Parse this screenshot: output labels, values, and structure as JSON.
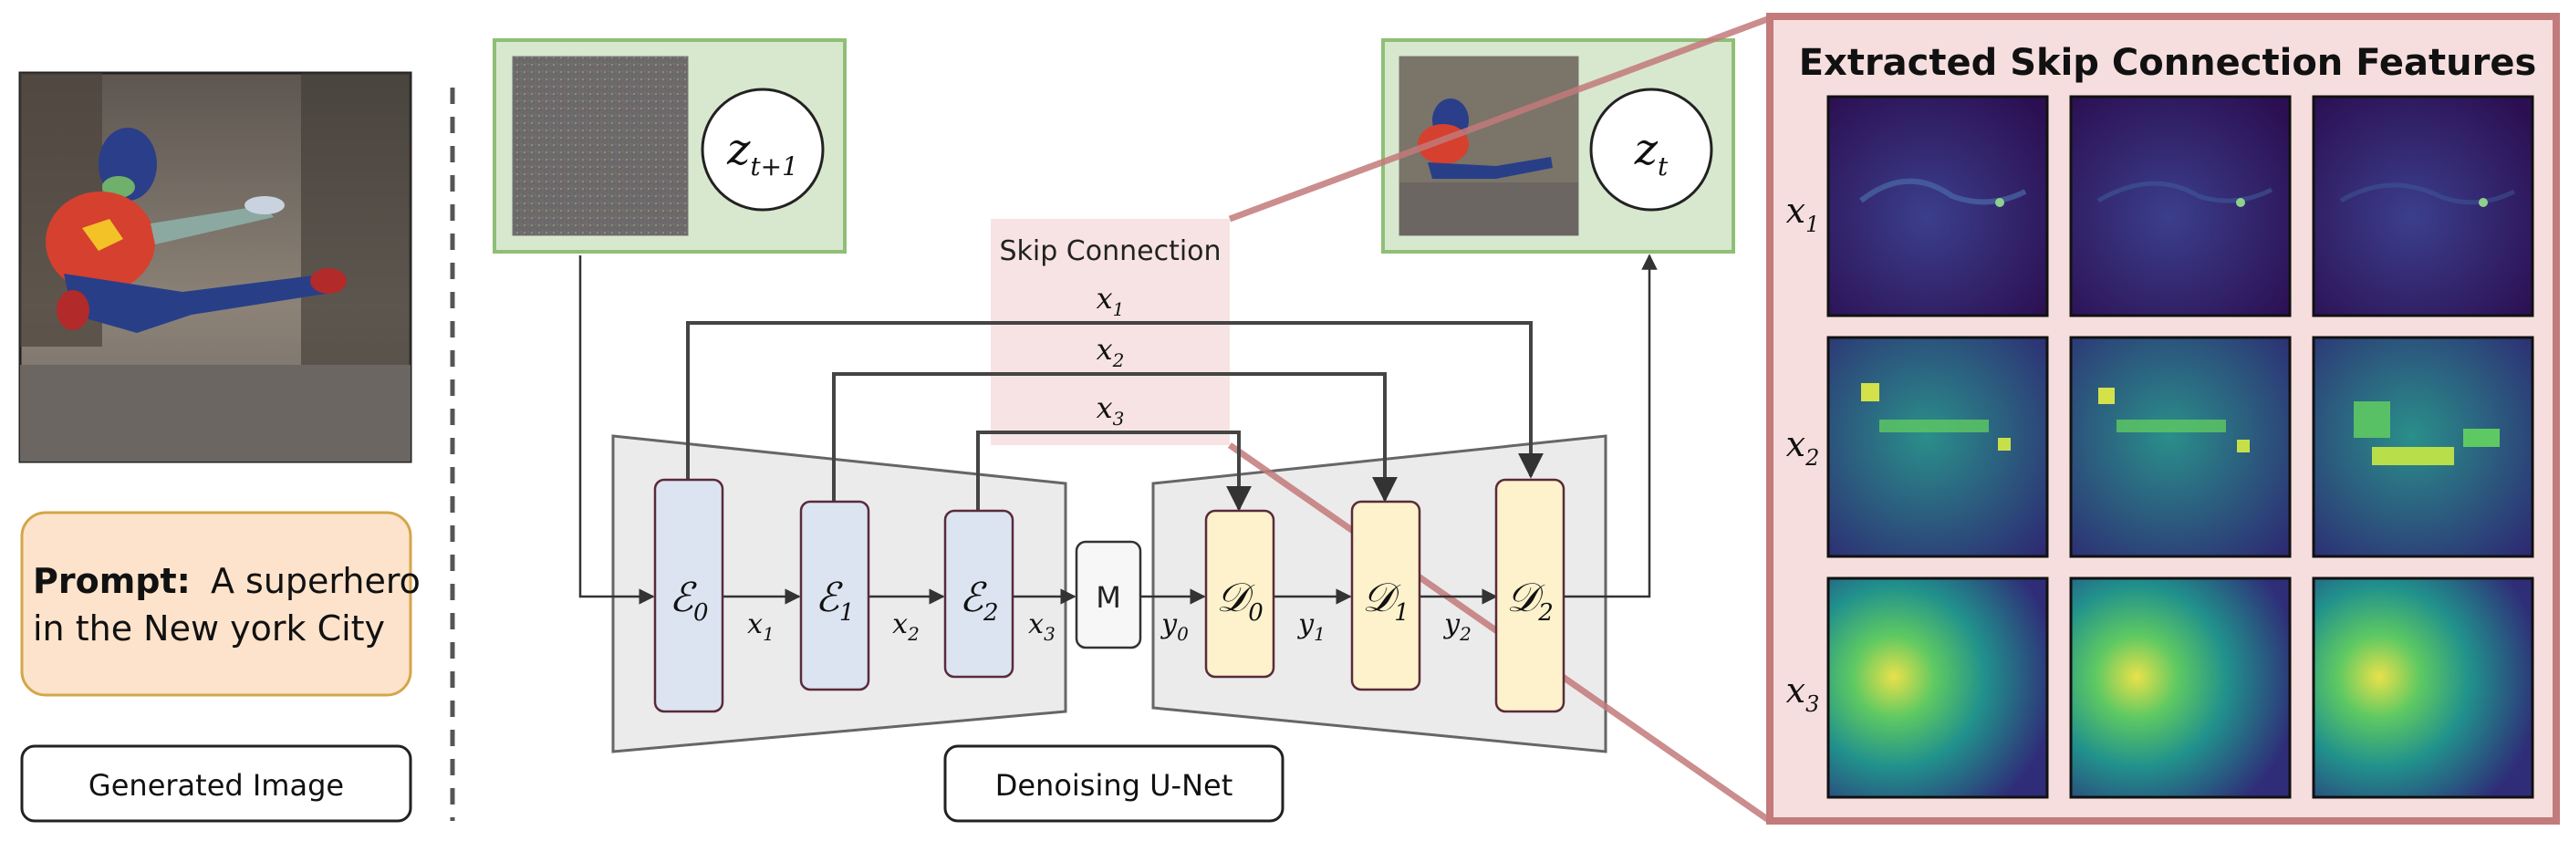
{
  "generated_image": {
    "caption": "Generated Image",
    "prompt_label": "Prompt:",
    "prompt_line1": "A superhero",
    "prompt_line2": "in the New york City"
  },
  "unet": {
    "caption": "Denoising U-Net",
    "skip_connection_label": "Skip Connection",
    "skip_labels": [
      "x",
      "x",
      "x"
    ],
    "skip_subs": [
      "1",
      "2",
      "3"
    ],
    "input_latent": {
      "base": "z",
      "sub": "t+1"
    },
    "output_latent": {
      "base": "z",
      "sub": "t"
    },
    "encoders": [
      {
        "base": "ℰ",
        "sub": "0"
      },
      {
        "base": "ℰ",
        "sub": "1"
      },
      {
        "base": "ℰ",
        "sub": "2"
      }
    ],
    "middle": "M",
    "decoders": [
      {
        "base": "𝒟",
        "sub": "0"
      },
      {
        "base": "𝒟",
        "sub": "1"
      },
      {
        "base": "𝒟",
        "sub": "2"
      }
    ],
    "edge_labels": [
      {
        "base": "x",
        "sub": "1"
      },
      {
        "base": "x",
        "sub": "2"
      },
      {
        "base": "x",
        "sub": "3"
      },
      {
        "base": "y",
        "sub": "0"
      },
      {
        "base": "y",
        "sub": "1"
      },
      {
        "base": "y",
        "sub": "2"
      }
    ]
  },
  "features_panel": {
    "title": "Extracted Skip Connection Features",
    "row_labels": [
      {
        "base": "x",
        "sub": "1"
      },
      {
        "base": "x",
        "sub": "2"
      },
      {
        "base": "x",
        "sub": "3"
      }
    ]
  },
  "colors": {
    "green_border": "#8fbf76",
    "green_fill": "#d8e8cf",
    "pink_border": "#c27a7a",
    "pink_fill": "#f6dede",
    "encoder_fill": "#dce4f2",
    "decoder_fill": "#fdf2cc",
    "prompt_fill": "#fde3cc",
    "prompt_border": "#d4a64a",
    "viridis_dark": "#3b1f6b"
  }
}
